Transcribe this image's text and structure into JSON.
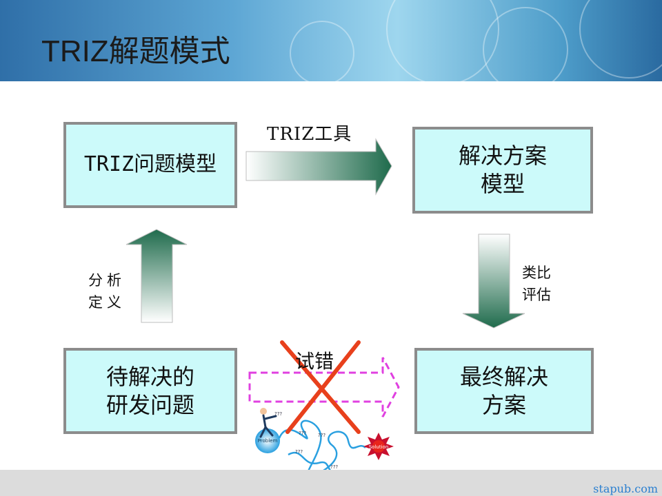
{
  "slide": {
    "title": "TRIZ解题模式",
    "footer": "stapub.com"
  },
  "boxes": {
    "triz_problem_model": "TRIZ问题模型",
    "solution_model_line1": "解决方案",
    "solution_model_line2": "模型",
    "rd_problem_line1": "待解决的",
    "rd_problem_line2": "研发问题",
    "final_solution_line1": "最终解决",
    "final_solution_line2": "方案"
  },
  "arrows": {
    "triz_tools": "TRIZ工具",
    "analyze_line1": "分析",
    "analyze_line2": "定义",
    "analogy_line1": "类比",
    "analogy_line2": "评估",
    "trial_error": "试错"
  },
  "illustration": {
    "problem_label": "Problem",
    "solution_label": "Solution",
    "question_marks": "???"
  },
  "colors": {
    "box_fill": "#ccfafa",
    "box_border": "#8c8c8c",
    "arrow_green": "#1f6b4c",
    "dashed_arrow": "#e040e0",
    "cross": "#e8401c",
    "footer_link": "#2a7fd0"
  }
}
